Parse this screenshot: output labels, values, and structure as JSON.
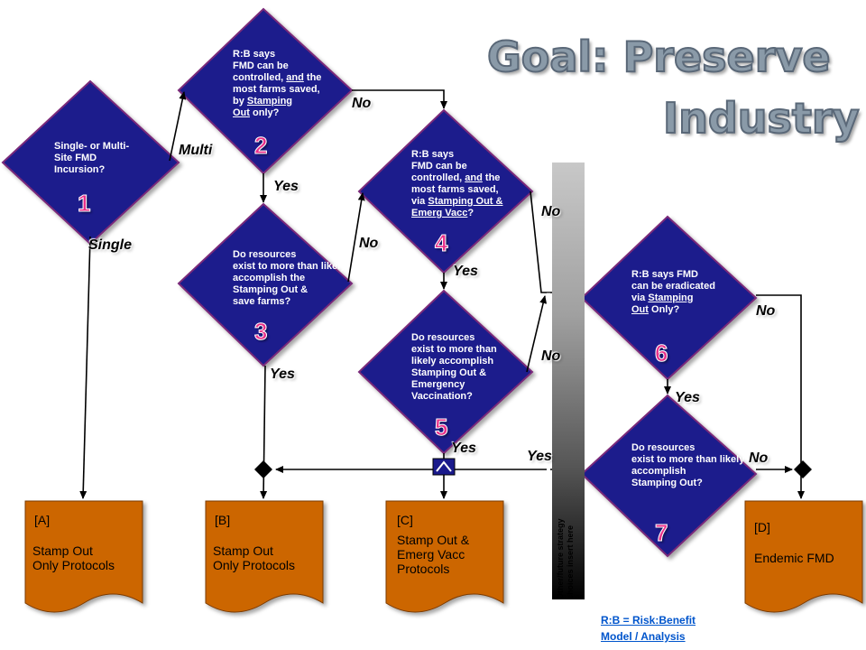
{
  "title": {
    "line1": "Goal:  Preserve",
    "line2": "Industry"
  },
  "diamonds": [
    {
      "number": "1",
      "text": "Single- or Multi-\nSite FMD\nIncursion?"
    },
    {
      "number": "2",
      "text_before": "R:B says\nFMD can be\ncontrolled, ",
      "text_underlined": "and",
      "text_after": " the\nmost farms saved,\nby ",
      "text_underlined2": "Stamping\nOut",
      "text_end": " only?"
    },
    {
      "number": "3",
      "text": "Do resources\nexist to more than likely\naccomplish the\nStamping Out &\nsave farms?"
    },
    {
      "number": "4",
      "text_before": "R:B says\nFMD can be\ncontrolled, ",
      "text_underlined": "and",
      "text_after": " the\nmost farms saved,\nvia ",
      "text_underlined2": "Stamping Out &\nEmerg Vacc",
      "text_end": "?"
    },
    {
      "number": "5",
      "text": "Do resources\nexist to more than\nlikely accomplish\nStamping Out &\nEmergency\nVaccination?"
    },
    {
      "number": "6",
      "text_before": "R:B says FMD\ncan be eradicated\nvia ",
      "text_underlined": "Stamping\nOut",
      "text_after": " Only?"
    },
    {
      "number": "7",
      "text": "Do resources\nexist to more than likely\naccomplish\nStamping Out?"
    }
  ],
  "edge_labels": {
    "multi": "Multi",
    "single": "Single",
    "yes_2": "Yes",
    "no_2": "No",
    "no_3": "No",
    "yes_3": "Yes",
    "no_4": "No",
    "yes_4": "Yes",
    "no_5": "No",
    "yes_5": "Yes",
    "no_6": "No",
    "yes_6": "Yes",
    "yes_7": "Yes",
    "no_7": "No"
  },
  "outcomes": [
    {
      "id": "[A]",
      "text": "Stamp Out\nOnly Protocols"
    },
    {
      "id": "[B]",
      "text": "Stamp Out\nOnly Protocols"
    },
    {
      "id": "[C]",
      "text": "Stamp Out &\nEmerg Vacc\nProtocols"
    },
    {
      "id": "[D]",
      "text": "Endemic FMD"
    }
  ],
  "sidebar": {
    "text": "Other/future strategy\nchoices insert here"
  },
  "legend": {
    "text": "R:B = Risk:Benefit \nModel / Analysis"
  },
  "colors": {
    "diamond": "#1a1a8c",
    "diamond_border": "#7a2a7a",
    "outcome": "#cc6600",
    "number": "#e8308a",
    "title": "#8a9aa8"
  }
}
